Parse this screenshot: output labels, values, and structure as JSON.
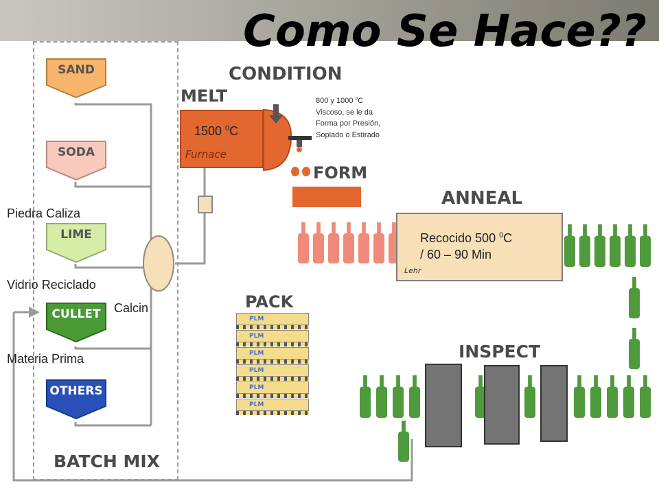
{
  "title": "Como Se Hace??",
  "stages": {
    "condition": "CONDITION",
    "melt": "MELT",
    "form": "FORM",
    "anneal": "ANNEAL",
    "pack": "PACK",
    "inspect": "INSPECT",
    "batch_mix": "BATCH MIX"
  },
  "hoppers": [
    {
      "label": "SAND",
      "color": "#f7b56b"
    },
    {
      "label": "SODA",
      "color": "#f8c9bd"
    },
    {
      "label": "LIME",
      "color": "#d6eda8"
    },
    {
      "label": "CULLET",
      "color": "#4a9a36"
    },
    {
      "label": "OTHERS",
      "color": "#2850b8"
    }
  ],
  "equipment": {
    "furnace_label": "Furnace",
    "lehr_label": "Lehr",
    "pallet_label": "PLM"
  },
  "annotations": {
    "melt_temp": "1500 ",
    "melt_temp_sup": "0",
    "melt_temp_unit": "C",
    "condition_line1": "800 y 1000 ",
    "condition_line1_sup": "0",
    "condition_line1_unit": "C",
    "condition_line2": "Viscoso, se le da",
    "condition_line3": "Forma por Presión,",
    "condition_line4": "Soplado o Estirado",
    "anneal_line1": "Recocido 500 ",
    "anneal_line1_sup": "0",
    "anneal_line1_unit": "C",
    "anneal_line2": "/ 60 – 90 Min",
    "piedra_caliza": "Piedra Caliza",
    "vidrio_reciclado": "Vidrio Reciclado",
    "calcin": "Calcin",
    "materia_prima": "Materia Prima"
  },
  "colors": {
    "furnace": "#e2682f",
    "bottle_hot": "#f08a7a",
    "bottle_green": "#4f9a3c",
    "lehr": "#f7dfb8",
    "pallet": "#f4dc8a"
  }
}
